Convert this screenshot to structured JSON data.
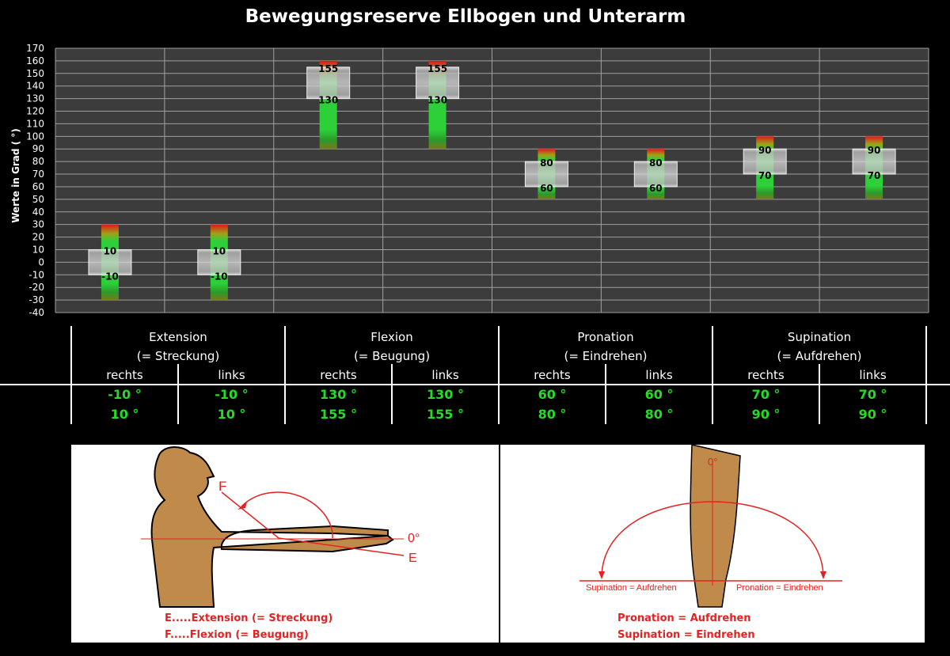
{
  "chart_data": {
    "type": "range-bar",
    "title": "Bewegungsreserve Ellbogen und Unterarm",
    "ylabel": "Werte in Grad ( °)",
    "ylim": [
      -40,
      170
    ],
    "ytick_step": 10,
    "grid": true,
    "categories": [
      "Extension rechts",
      "Extension links",
      "Flexion rechts",
      "Flexion links",
      "Pronation rechts",
      "Pronation links",
      "Supination rechts",
      "Supination links"
    ],
    "normal_range": [
      {
        "low": -10,
        "high": 10
      },
      {
        "low": -10,
        "high": 10
      },
      {
        "low": 130,
        "high": 155
      },
      {
        "low": 130,
        "high": 155
      },
      {
        "low": 60,
        "high": 80
      },
      {
        "low": 60,
        "high": 80
      },
      {
        "low": 70,
        "high": 90
      },
      {
        "low": 70,
        "high": 90
      }
    ],
    "bar_range": [
      {
        "low": -30,
        "high": 30
      },
      {
        "low": -30,
        "high": 30
      },
      {
        "low": 90,
        "high": 160
      },
      {
        "low": 90,
        "high": 160
      },
      {
        "low": 50,
        "high": 90
      },
      {
        "low": 50,
        "high": 90
      },
      {
        "low": 50,
        "high": 100
      },
      {
        "low": 50,
        "high": 100
      }
    ],
    "colors": {
      "background": "#3c3c3c",
      "grid": "#a0a0a0",
      "bar_green": "#2ed03a",
      "bar_red": "#cc1a1a",
      "bar_olive": "#7a7a1a",
      "range_box": "#c8c8c8"
    }
  },
  "table": {
    "movements": [
      {
        "name": "Extension",
        "sub": "(= Streckung)"
      },
      {
        "name": "Flexion",
        "sub": "(= Beugung)"
      },
      {
        "name": "Pronation",
        "sub": "(= Eindrehen)"
      },
      {
        "name": "Supination",
        "sub": "(= Aufdrehen)"
      }
    ],
    "sides": [
      "rechts",
      "links"
    ],
    "values": [
      [
        "-10 °",
        "10 °"
      ],
      [
        "-10 °",
        "10 °"
      ],
      [
        "130 °",
        "155 °"
      ],
      [
        "130 °",
        "155 °"
      ],
      [
        "60 °",
        "80 °"
      ],
      [
        "60 °",
        "80 °"
      ],
      [
        "70 °",
        "90 °"
      ],
      [
        "70 °",
        "90 °"
      ]
    ],
    "value_color": "#22dd22"
  },
  "illustration_left": {
    "letter_f": "F",
    "letter_e": "E",
    "zero_label": "0°",
    "caption_1": "E.....Extension (= Streckung)",
    "caption_2": "F.....Flexion (= Beugung)"
  },
  "illustration_right": {
    "zero_label": "0°",
    "left_label": "Supination = Aufdrehen",
    "right_label": "Pronation = Eindrehen",
    "caption_1": "Pronation = Aufdrehen",
    "caption_2": "Supination = Eindrehen"
  }
}
